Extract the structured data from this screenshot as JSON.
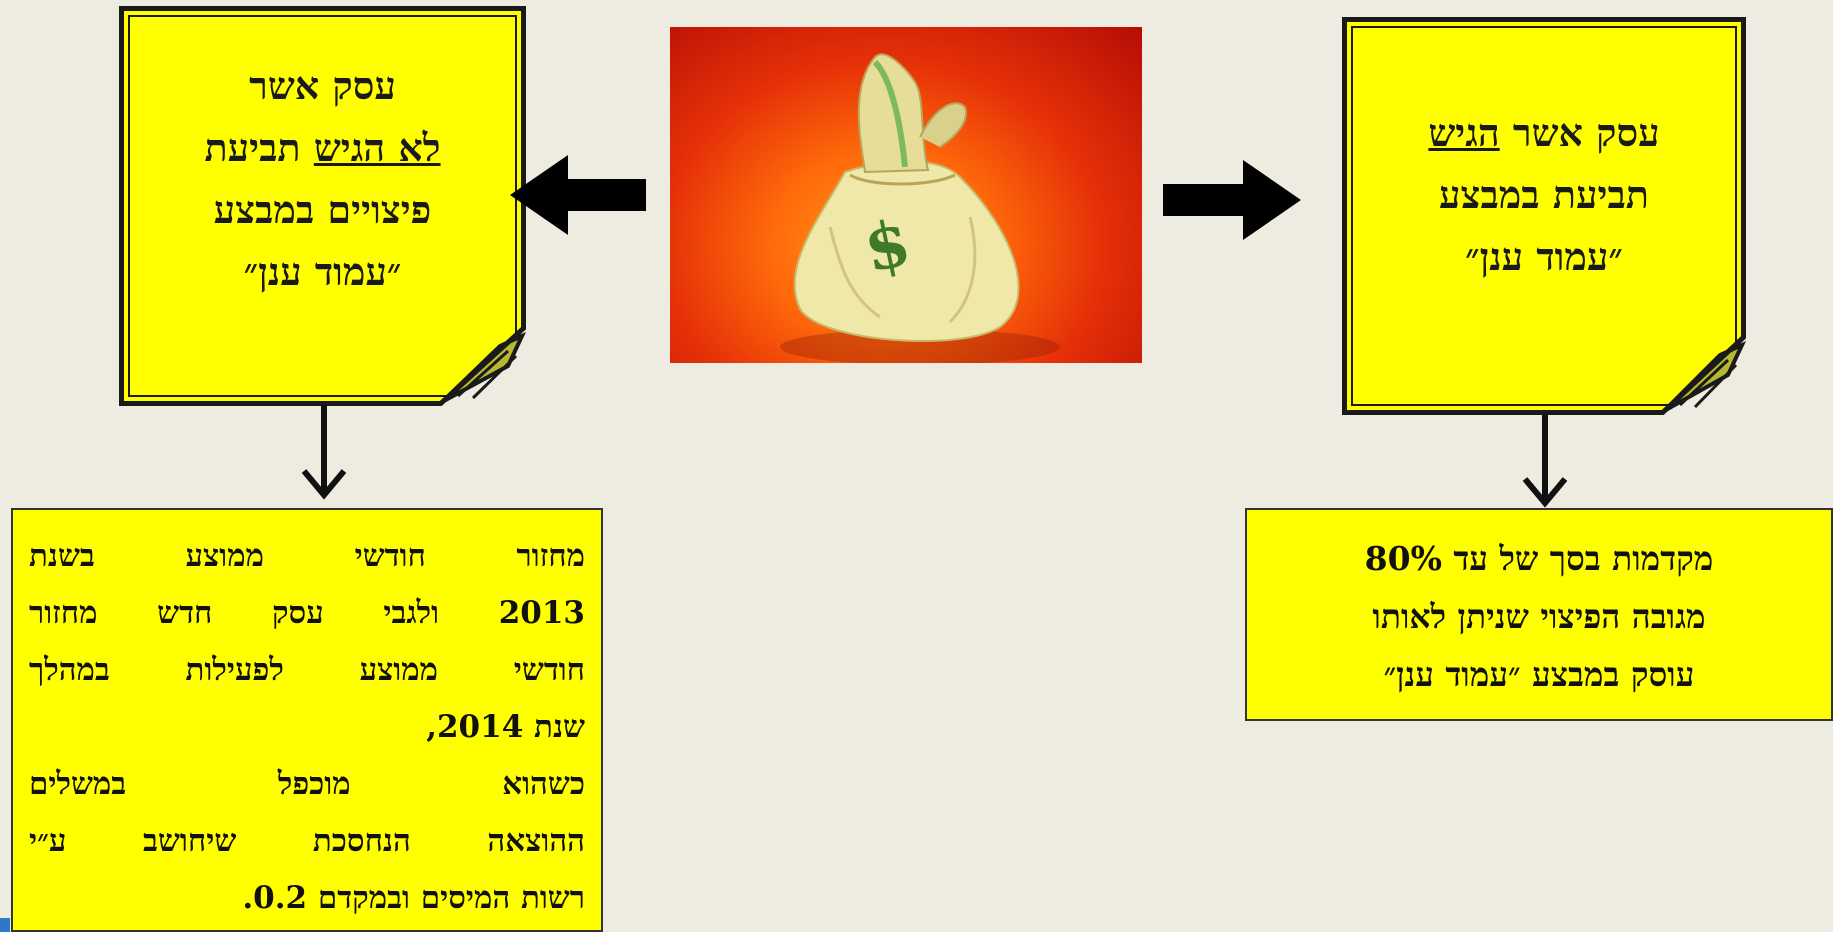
{
  "left_note": {
    "line1": "עסק אשר",
    "line2_underlined": "לא הגיש",
    "line2_rest": " תביעת",
    "line3": "פיצויים במבצע",
    "line4": "״עמוד ענן״"
  },
  "right_note": {
    "line1_plain": "עסק אשר ",
    "line1_underlined": "הגיש",
    "line2": "תביעת במבצע",
    "line3": "״עמוד ענן״"
  },
  "left_box": {
    "lines": [
      "מחזור חודשי ממוצע בשנת",
      "2013 ולגבי עסק חדש מחזור",
      "חודשי ממוצע לפעילות במהלך",
      "שנת 2014,",
      "כשהוא מוכפל במשלים",
      "ההוצאה הנחסכת שיחושב ע״י",
      "רשות המיסים ובמקדם 0.2."
    ]
  },
  "right_box": {
    "lines": [
      "מקדמות בסך של עד 80%",
      "מגובה הפיצוי שניתן לאותו",
      "עוסק במבצע ״עמוד ענן״"
    ]
  },
  "image": {
    "description_icon": "money-bag-icon",
    "symbol": "$"
  },
  "colors": {
    "note_fill": "#ffff00",
    "background": "#eeebe1"
  }
}
